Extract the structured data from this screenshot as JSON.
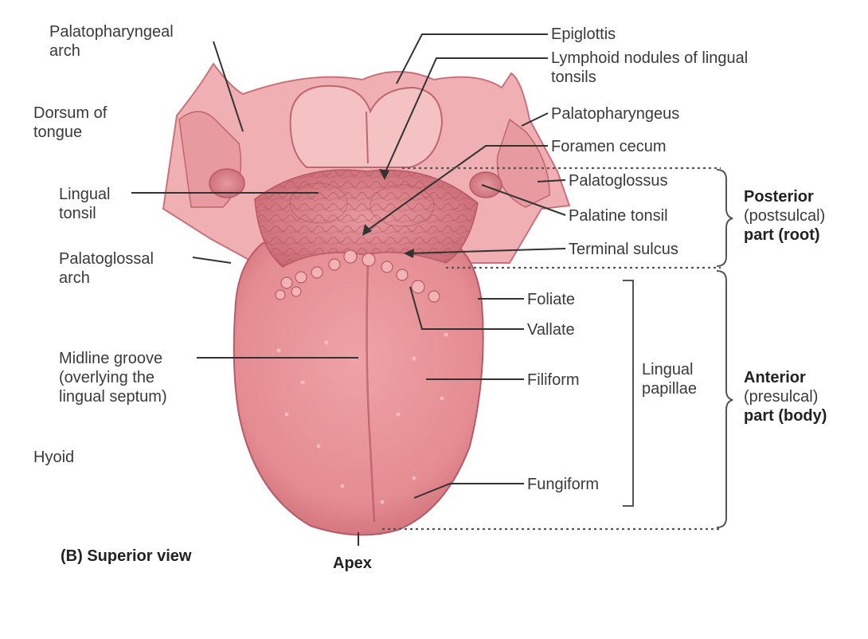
{
  "figure": {
    "caption": "(B) Superior view",
    "apex": "Apex"
  },
  "labels": {
    "palatopharyngeal_arch": [
      "Palatopharyngeal",
      "arch"
    ],
    "dorsum_of_tongue": [
      "Dorsum of",
      "tongue"
    ],
    "lingual_tonsil": [
      "Lingual",
      "tonsil"
    ],
    "palatoglossal_arch": [
      "Palatoglossal",
      "arch"
    ],
    "midline_groove": [
      "Midline groove",
      "(overlying the",
      "lingual septum)"
    ],
    "hyoid": "Hyoid",
    "epiglottis": "Epiglottis",
    "lymphoid_nodules": [
      "Lymphoid nodules of lingual",
      "tonsils"
    ],
    "palatopharyngeus": "Palatopharyngeus",
    "foramen_cecum": "Foramen cecum",
    "palatoglossus": "Palatoglossus",
    "palatine_tonsil": "Palatine tonsil",
    "terminal_sulcus": "Terminal sulcus",
    "foliate": "Foliate",
    "vallate": "Vallate",
    "filiform": "Filiform",
    "fungiform": "Fungiform",
    "lingual_papillae": [
      "Lingual",
      "papillae"
    ]
  },
  "regions": {
    "posterior": [
      "Posterior",
      "(postsulcal)",
      "part (root)"
    ],
    "anterior": [
      "Anterior",
      "(presulcal)",
      "part (body)"
    ]
  },
  "colors": {
    "tongue": "#e8959a",
    "tongue_dark": "#c9666f",
    "tissue_light": "#f3b8b8",
    "leader": "#333333"
  }
}
